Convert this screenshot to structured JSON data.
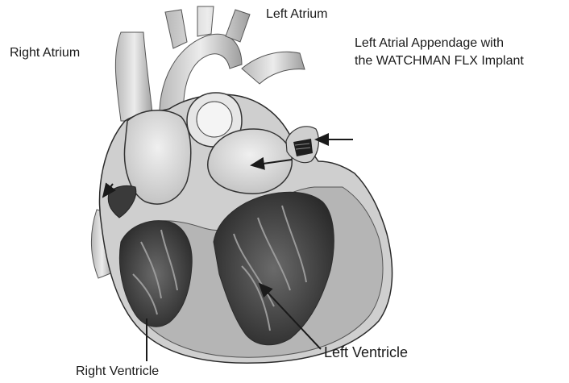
{
  "labels": {
    "left_atrium": "Left Atrium",
    "right_atrium": "Right Atrium",
    "appendage_line1": "Left Atrial Appendage with",
    "appendage_line2": "the WATCHMAN FLX Implant",
    "left_ventricle": "Left Ventricle",
    "right_ventricle": "Right Ventricle"
  },
  "colors": {
    "tissue_light": "#d9d9d9",
    "tissue_mid": "#a8a8a8",
    "tissue_dark": "#3a3a3a",
    "muscle": "#b5b5b5",
    "outline": "#2b2b2b",
    "implant": "#1e1e1e"
  }
}
